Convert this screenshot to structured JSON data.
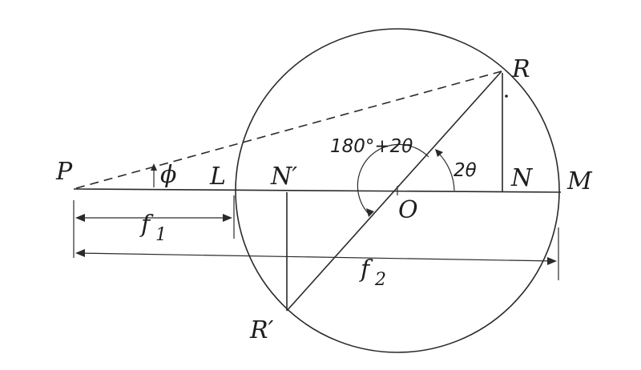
{
  "labels": {
    "P": "P",
    "L": "L",
    "N_prime": "N′",
    "O": "O",
    "N": "N",
    "M": "M",
    "R": "R",
    "R_prime": "R′",
    "phi": "ϕ",
    "f1": "f",
    "f1_sub": "1",
    "f2": "f",
    "f2_sub": "2",
    "angle_big": "180°+2θ",
    "angle_small": "2θ"
  }
}
